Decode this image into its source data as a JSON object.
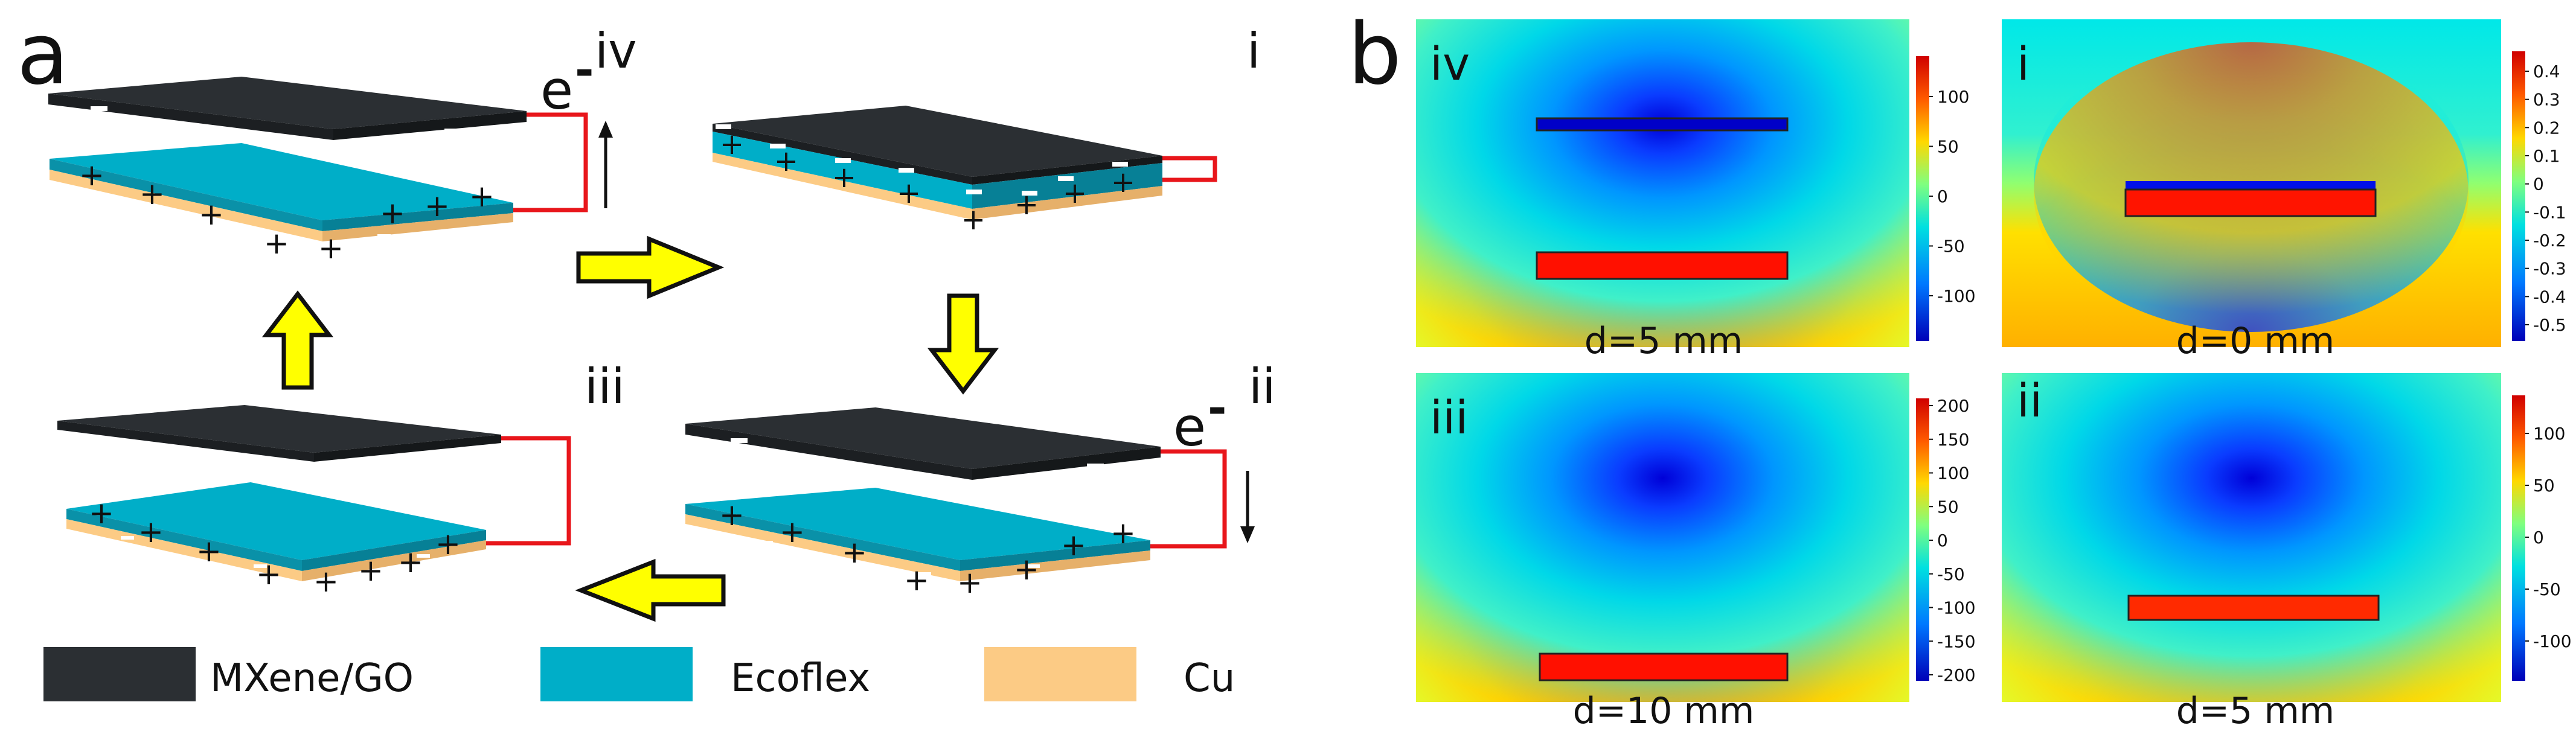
{
  "panel_a": {
    "label": "a",
    "stages": {
      "iv": {
        "label": "iv",
        "charge": "e",
        "charge_sign": "-"
      },
      "i": {
        "label": "i"
      },
      "ii": {
        "label": "ii",
        "charge": "e",
        "charge_sign": "-"
      },
      "iii": {
        "label": "iii"
      }
    },
    "legend": [
      {
        "name": "MXene/GO",
        "color": "#2b2f33"
      },
      {
        "name": "Ecoflex",
        "color": "#00aec8"
      },
      {
        "name": "Cu",
        "color": "#fccb85"
      }
    ],
    "plus_sign": "+",
    "colors": {
      "arrow": "#ffff00",
      "wire": "#e8161b",
      "mxene": "#2b2f33",
      "ecoflex": "#00aec8",
      "cu": "#fccb85"
    }
  },
  "panel_b": {
    "label": "b",
    "plots": [
      {
        "label": "iv",
        "caption": "d=5 mm",
        "ticks": [
          "100",
          "50",
          "0",
          "-50",
          "-100"
        ]
      },
      {
        "label": "i",
        "caption": "d=0 mm",
        "ticks": [
          "0.4",
          "0.3",
          "0.2",
          "0.1",
          "0",
          "-0.1",
          "-0.2",
          "-0.3",
          "-0.4",
          "-0.5"
        ]
      },
      {
        "label": "iii",
        "caption": "d=10 mm",
        "ticks": [
          "200",
          "150",
          "100",
          "50",
          "0",
          "-50",
          "-100",
          "-150",
          "-200"
        ]
      },
      {
        "label": "ii",
        "caption": "d=5 mm",
        "ticks": [
          "100",
          "50",
          "0",
          "-50",
          "-100"
        ]
      }
    ]
  }
}
